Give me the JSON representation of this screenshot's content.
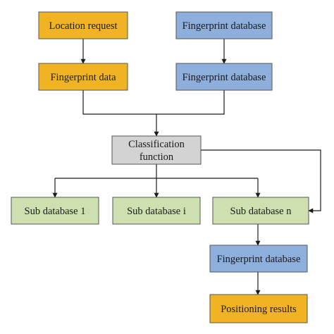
{
  "colors": {
    "input": "#f0b323",
    "database": "#8eaedc",
    "classifier": "#d3d3d3",
    "sub_database": "#cfe0b0",
    "stroke": "#555555",
    "edge": "#1a1a1a"
  },
  "nodes": {
    "location_request": {
      "label": "Location request",
      "kind": "input"
    },
    "fingerprint_db_top": {
      "label": "Fingerprint database",
      "kind": "database"
    },
    "fingerprint_data": {
      "label": "Fingerprint data",
      "kind": "input"
    },
    "fingerprint_db_mid": {
      "label": "Fingerprint database",
      "kind": "database"
    },
    "classification": {
      "label_line1": "Classification",
      "label_line2": "function",
      "kind": "classifier"
    },
    "sub_db_1": {
      "label": "Sub database 1",
      "kind": "sub_database"
    },
    "sub_db_i": {
      "label": "Sub database i",
      "kind": "sub_database"
    },
    "sub_db_n": {
      "label": "Sub database n",
      "kind": "sub_database"
    },
    "fingerprint_db_bottom": {
      "label": "Fingerprint database",
      "kind": "database"
    },
    "positioning_results": {
      "label": "Positioning results",
      "kind": "input"
    }
  }
}
